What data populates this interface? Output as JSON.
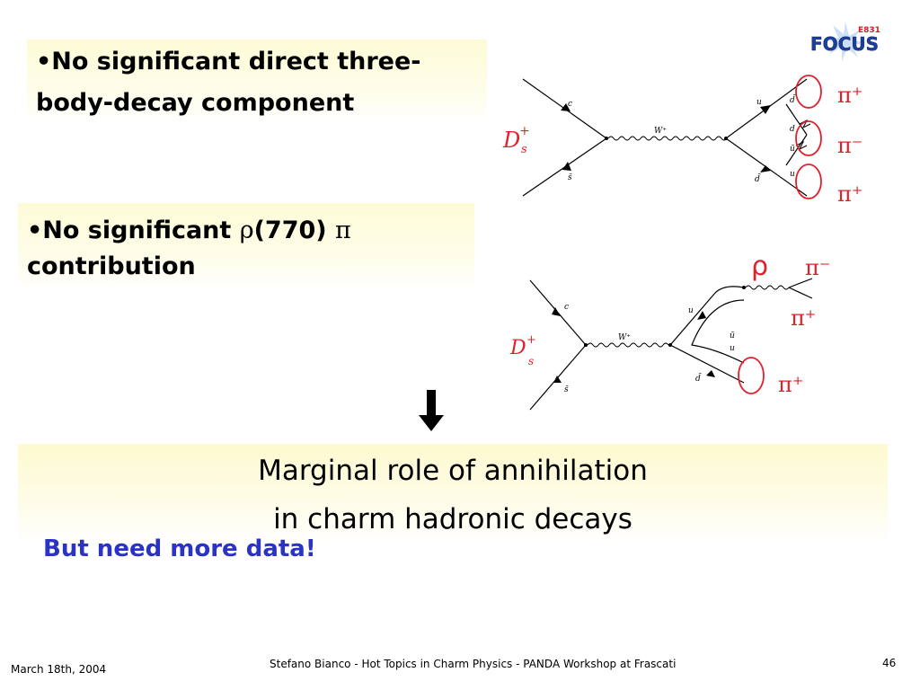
{
  "bullets": [
    {
      "marker": "•",
      "line1": "No significant direct three-",
      "line2": "body-decay component"
    },
    {
      "marker": "•",
      "pre": "No significant ",
      "rho": "ρ",
      "mid": "(770) ",
      "pi": "π",
      "line2": "contribution"
    }
  ],
  "logo": {
    "main": "FOCUS",
    "sub": "E831"
  },
  "diagram1": {
    "initial": "D",
    "initial_sup": "+",
    "initial_sub": "s",
    "quark_c": "c",
    "quark_sbar": "s̄",
    "boson": "W⁺",
    "quark_u": "u",
    "quark_dbar": "d̄",
    "pair_quarks": [
      "d̄",
      "d",
      "ū",
      "u"
    ],
    "pions": [
      "π⁺",
      "π⁻",
      "π⁺"
    ]
  },
  "diagram2": {
    "initial": "D",
    "initial_sup": "+",
    "initial_sub": "s",
    "quark_c": "c",
    "quark_sbar": "s̄",
    "boson": "W⁺",
    "quark_u": "u",
    "quark_ubar": "ū",
    "quark_u2": "u",
    "quark_dbar": "d̄",
    "rho": "ρ",
    "pions": [
      "π⁻",
      "π⁺",
      "π⁺"
    ]
  },
  "conclusion": {
    "line1": "Marginal role of annihilation",
    "line2": "in charm hadronic decays"
  },
  "more_data": "But need more data!",
  "footer": {
    "date": "March 18th, 2004",
    "center": "Stefano Bianco - Hot Topics in Charm Physics - PANDA Workshop at Frascati",
    "page": "46"
  },
  "colors": {
    "accent_blue": "#2b33c4",
    "circle_red": "#e0202a",
    "box_yellow": "#fdfbd6"
  }
}
